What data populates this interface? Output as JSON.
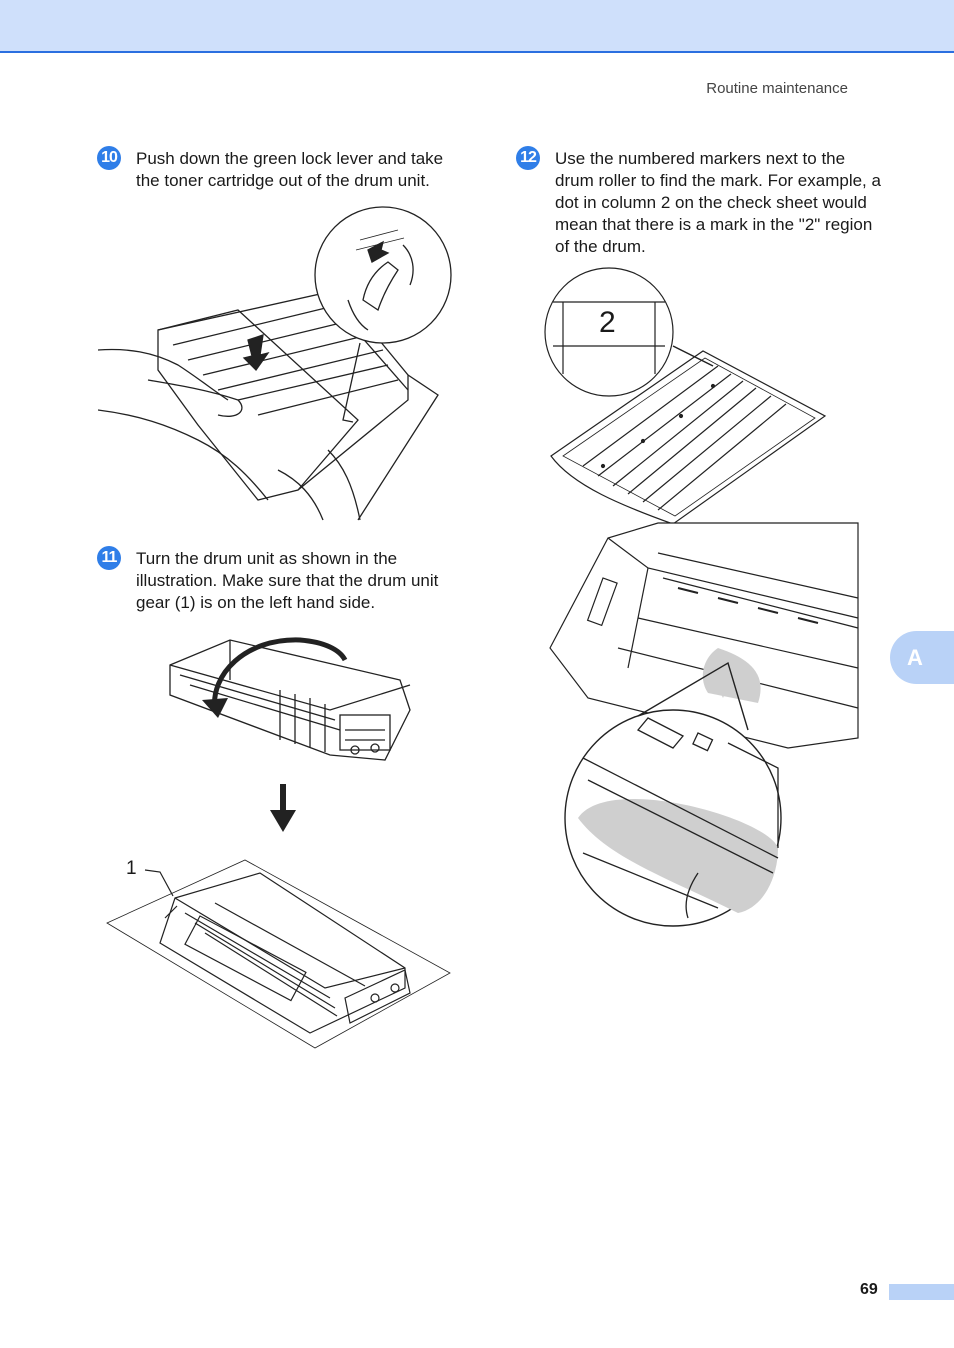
{
  "header": {
    "section_title": "Routine maintenance"
  },
  "steps": [
    {
      "number": "10",
      "text": "Push down the green lock lever and take the toner cartridge out of the drum unit."
    },
    {
      "number": "11",
      "text": "Turn the drum unit as shown in the illustration. Make sure that the drum unit gear (1) is on the left hand side."
    },
    {
      "number": "12",
      "text": "Use the numbered markers next to the drum roller to find the mark. For example, a dot in column 2 on the check sheet would mean that there is a mark in the \"2\" region of the drum."
    }
  ],
  "illustrations": {
    "gear_callout": "1",
    "column_marker": "2"
  },
  "side_tab": {
    "label": "A"
  },
  "footer": {
    "page_number": "69"
  },
  "colors": {
    "accent": "#2f7ee8",
    "header_band": "#cfe0fb",
    "tab": "#b9d2f7"
  }
}
